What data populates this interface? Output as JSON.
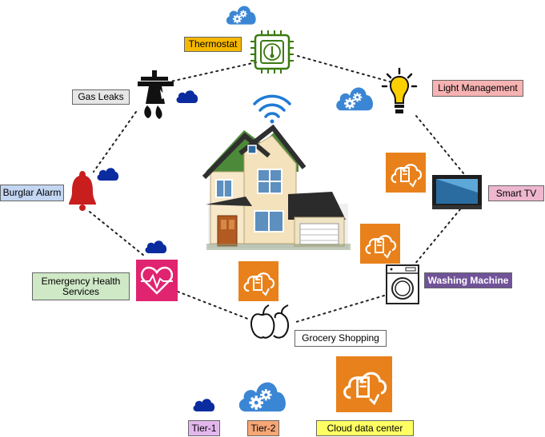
{
  "labels": {
    "thermostat": "Thermostat",
    "gas_leaks": "Gas Leaks",
    "light_management": "Light Management",
    "burglar_alarm": "Burglar Alarm",
    "smart_tv": "Smart TV",
    "washing_machine": "Washing Machine",
    "emergency_health": "Emergency Health Services",
    "grocery_shopping": "Grocery Shopping"
  },
  "legend": {
    "tier1": "Tier-1",
    "tier2": "Tier-2",
    "cloud": "Cloud data center"
  },
  "colors": {
    "tier1_cloud": "#0b2c9e",
    "tier2_cloud": "#3b86d4",
    "cloud_dc": "#e8811b",
    "thermostat_label": "#f5b800",
    "light_label": "#f7b2b2",
    "smart_tv_label": "#eeb7ce",
    "washing_label": "#705398",
    "gas_label": "#e6e6e6",
    "burglar_label": "#c3d6f2",
    "emergency_label": "#cfe8c6",
    "grocery_label": "#ffffff",
    "tier1_label": "#e3b7ee",
    "tier2_label": "#f7a676",
    "cloud_label": "#ffff63"
  }
}
